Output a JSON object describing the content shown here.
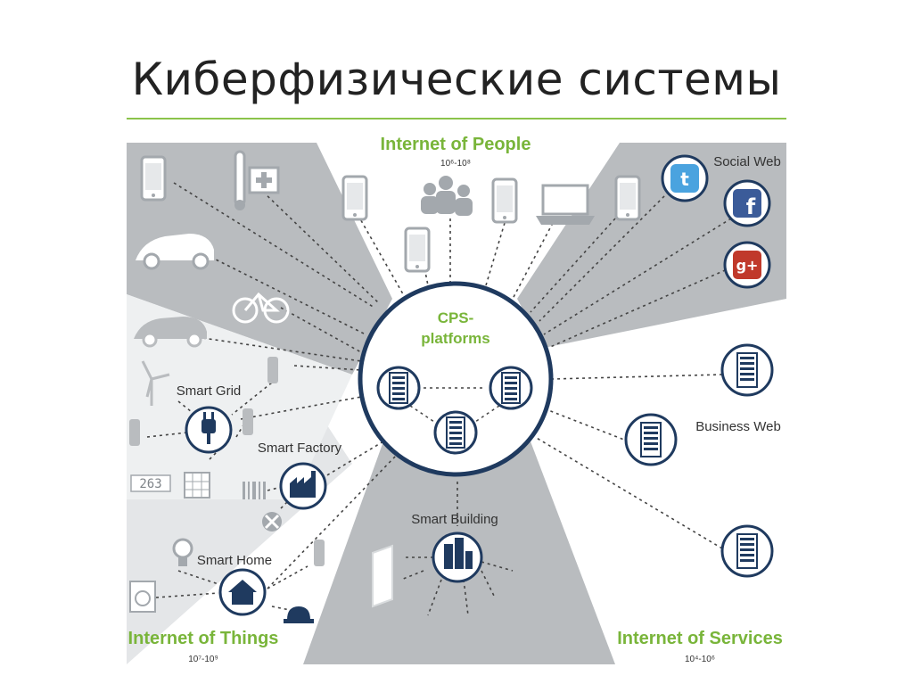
{
  "title": "Киберфизические системы",
  "groups": {
    "people": {
      "label": "Internet of People",
      "range": "10⁶-10⁸"
    },
    "things": {
      "label": "Internet of Things",
      "range": "10⁷-10⁹"
    },
    "services": {
      "label": "Internet of Services",
      "range": "10⁴-10⁶"
    }
  },
  "hub": {
    "label_line1": "CPS-",
    "label_line2": "platforms"
  },
  "nodes": {
    "social_web": "Social Web",
    "business_web": "Business Web",
    "smart_grid": "Smart Grid",
    "smart_factory": "Smart Factory",
    "smart_home": "Smart Home",
    "smart_building": "Smart Building"
  },
  "counter_digits": "263",
  "colors": {
    "accent_green": "#79b53a",
    "navy": "#1f3a5f",
    "sector_gray": "#b9bcbf",
    "icon_gray": "#9ea3a8"
  }
}
